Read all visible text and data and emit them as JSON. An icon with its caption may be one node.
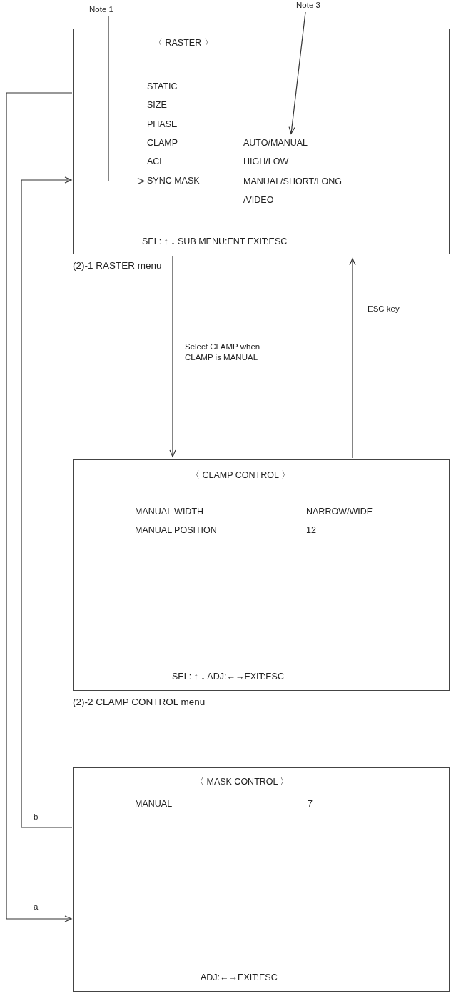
{
  "diagram": {
    "nodes": [
      {
        "text": [
          "〈 RASTER 〉",
          "SEL: ↑ ↓ SUB MENU:ENT EXIT:ESC"
        ],
        "beside": [
          "(2)-1 RASTER menu"
        ]
      },
      {
        "text": [
          "SYNC MASK"
        ],
        "in": 0
      },
      {
        "text": [
          "AUTO/MANUAL"
        ],
        "in": 0
      },
      {
        "text": [
          "Note 1"
        ]
      },
      {
        "text": [
          "Note 3"
        ]
      },
      {
        "text": [
          "〈 CLAMP CONTROL 〉",
          "SEL: ↑ ↓ ADJ:←→EXIT:ESC"
        ],
        "beside": [
          "(2)-2 CLAMP CONTROL menu"
        ]
      },
      {
        "text": [
          "〈 MASK CONTROL 〉",
          "ADJ:←→EXIT:ESC"
        ]
      }
    ],
    "edges": [
      {
        "from": 3,
        "to": 1,
        "arrow": "to"
      },
      {
        "from": 4,
        "to": 2,
        "arrow": "to"
      },
      {
        "from": 0,
        "to": 5,
        "arrow": "to",
        "label": "Select CLAMP when CLAMP is MANUAL"
      },
      {
        "from": 5,
        "to": 0,
        "arrow": "to",
        "label": "ESC key"
      },
      {
        "from": 0,
        "to": 6,
        "arrow": "to",
        "label": "a"
      },
      {
        "from": 6,
        "to": 0,
        "arrow": "to",
        "label": "b"
      }
    ],
    "labels": [
      "STATIC",
      "SIZE",
      "PHASE",
      "CLAMP",
      "ACL",
      "HIGH/LOW",
      "MANUAL/SHORT/LONG /VIDEO",
      "MANUAL WIDTH",
      "NARROW/WIDE",
      "MANUAL POSITION",
      "12",
      "MANUAL",
      "7"
    ]
  }
}
